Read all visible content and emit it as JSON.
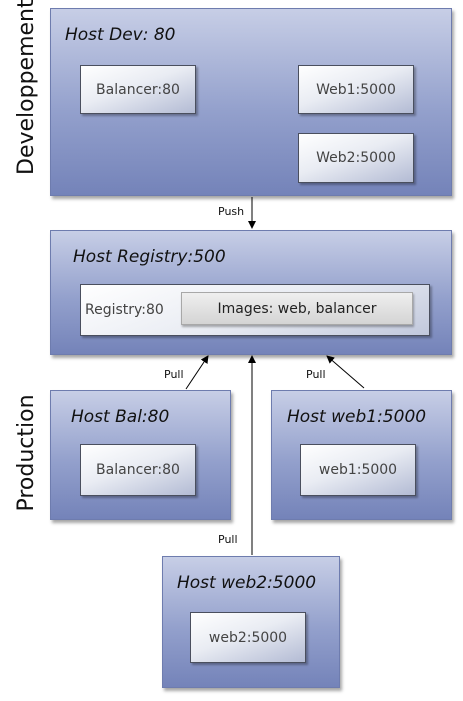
{
  "sections": {
    "dev": "Developpement",
    "prod": "Production"
  },
  "hosts": {
    "dev": {
      "title": "Host Dev: 80"
    },
    "registry": {
      "title": "Host Registry:500"
    },
    "bal": {
      "title": "Host Bal:80"
    },
    "web1": {
      "title": "Host web1:5000"
    },
    "web2": {
      "title": "Host web2:5000"
    }
  },
  "services": {
    "dev_balancer": "Balancer:80",
    "dev_web1": "Web1:5000",
    "dev_web2": "Web2:5000",
    "registry": "Registry:80",
    "images": "Images: web, balancer",
    "prod_balancer": "Balancer:80",
    "prod_web1": "web1:5000",
    "prod_web2": "web2:5000"
  },
  "edges": {
    "push": "Push",
    "pull_bal": "Pull",
    "pull_web1": "Pull",
    "pull_web2": "Pull"
  },
  "colors": {
    "host_fill": "#93a0cc",
    "host_border": "#6e7cae",
    "service_border": "#4a4f5e",
    "arrow": "#000000"
  }
}
